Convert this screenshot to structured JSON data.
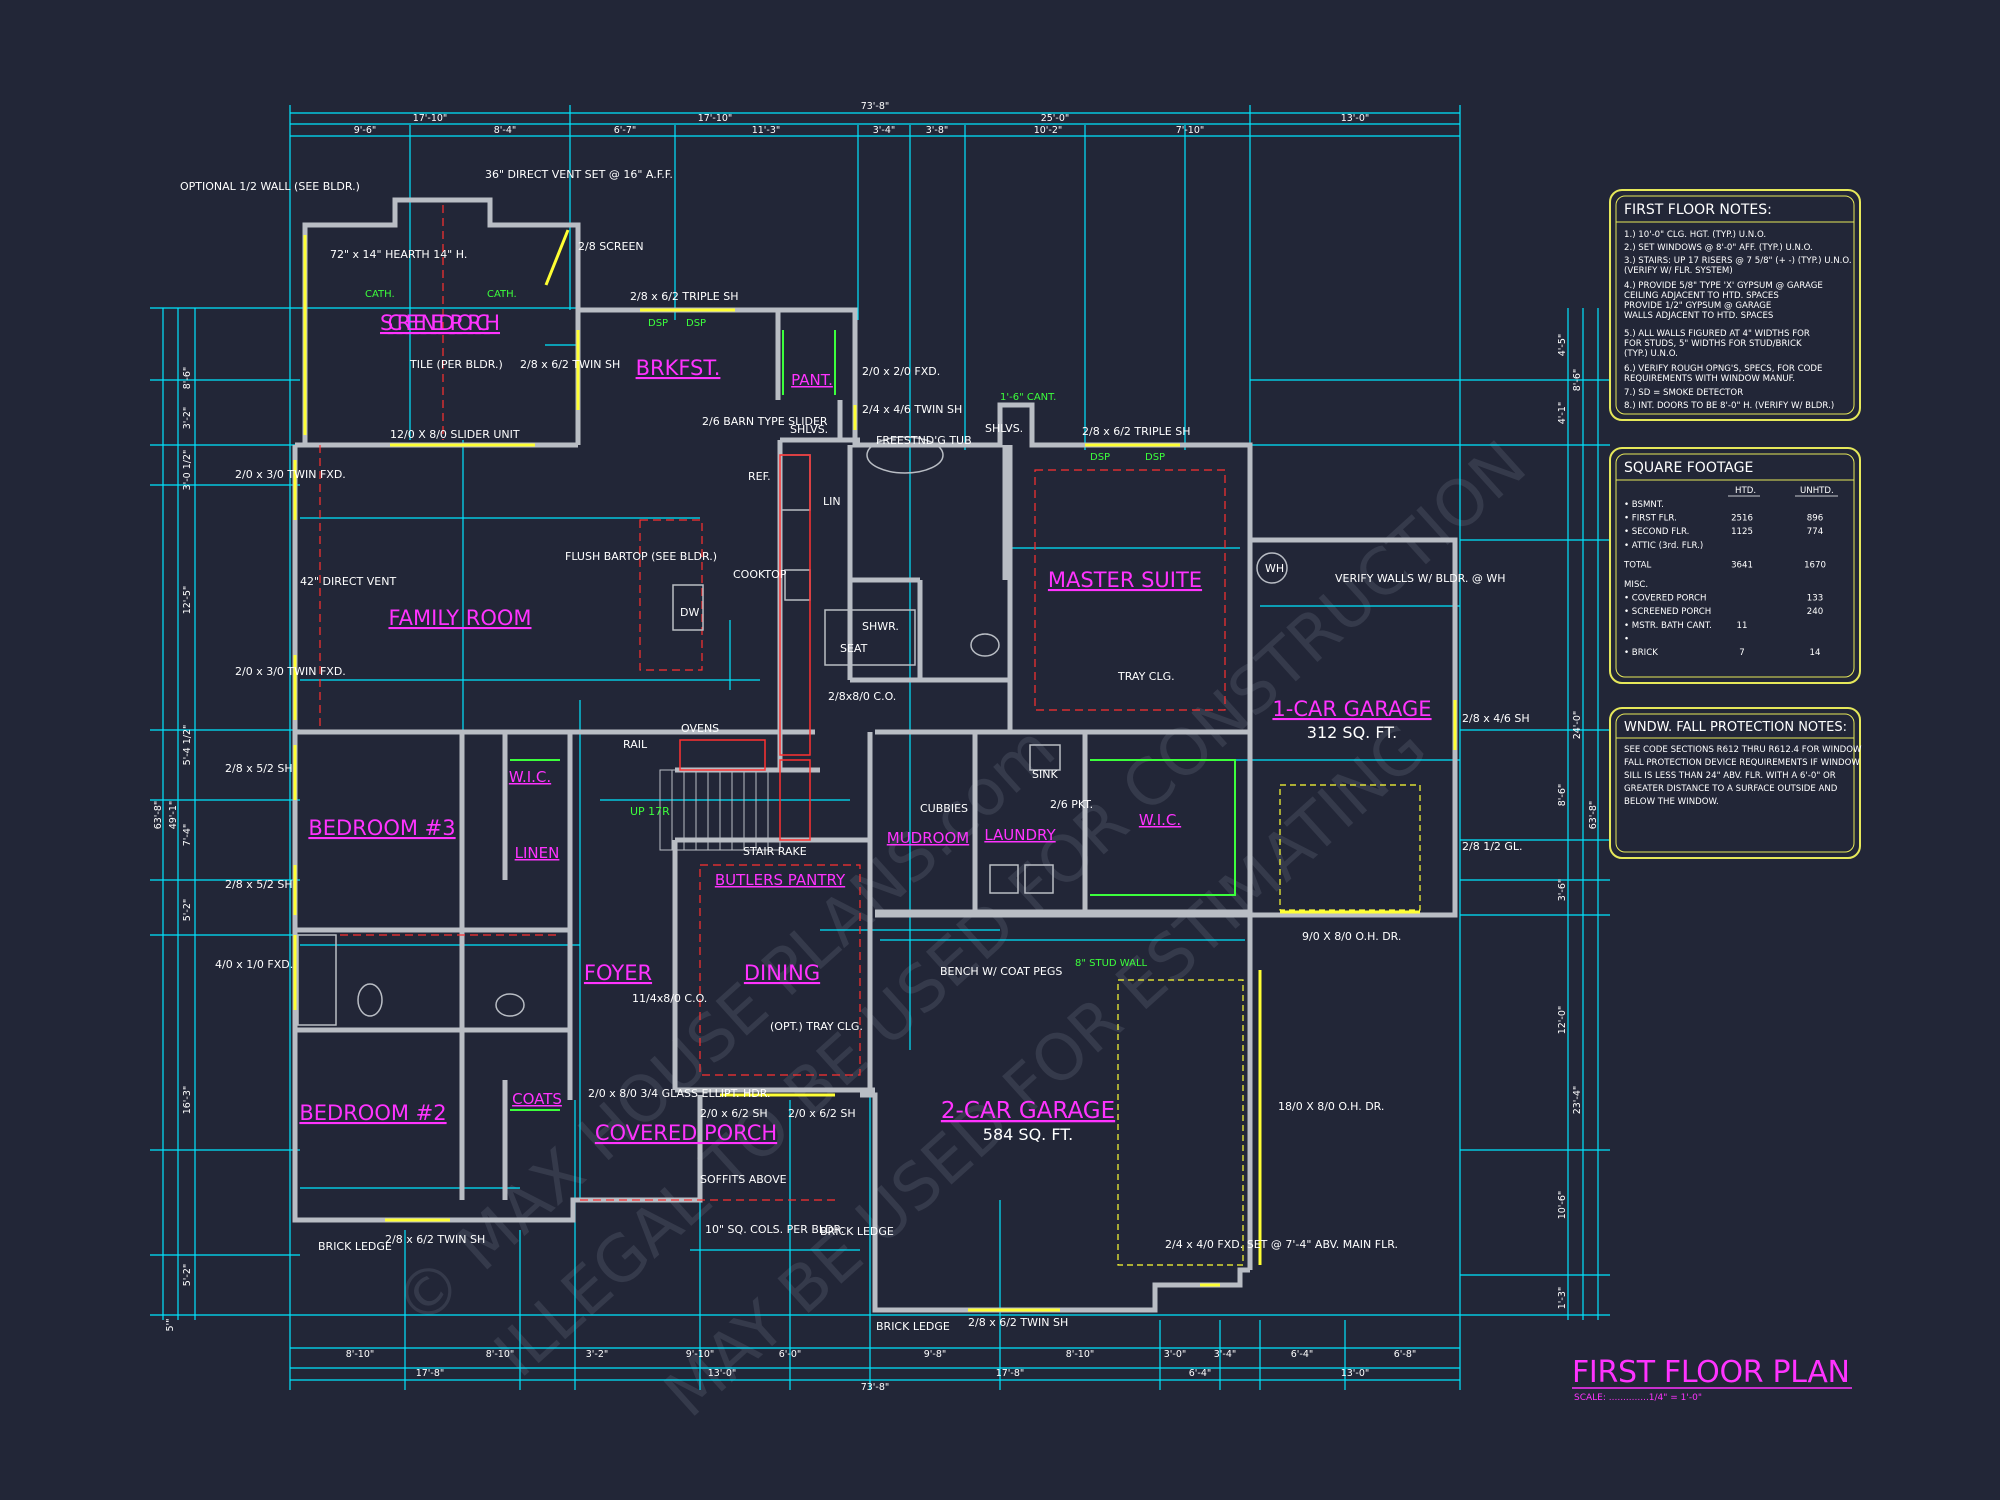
{
  "colors": {
    "background": "#222637",
    "dimension_line": "#00e5ff",
    "wall": "#b9bdc4",
    "room_label": "#ff33ff",
    "window": "#ffff33",
    "note_green": "#3cff3c",
    "centerline": "#ff3030",
    "panel_border": "#e6e85a"
  },
  "watermark": [
    "© MAX HOUSE PLANS.com",
    "ILLEGAL TO BE USED FOR CONSTRUCTION",
    "MAY BE USED FOR ESTIMATING"
  ],
  "overall_dims": {
    "top_total": "73'-8\"",
    "bottom_total": "73'-8\"",
    "left_total": "63'-8\"",
    "right_total": "63'-8\""
  },
  "top_dims_row1": [
    "17'-10\"",
    "17'-10\"",
    "25'-0\"",
    "13'-0\""
  ],
  "top_dims_row2": [
    "9'-6\"",
    "8'-4\"",
    "6'-7\"",
    "11'-3\"",
    "3'-4\"",
    "3'-8\"",
    "10'-2\"",
    "7'-10\""
  ],
  "bottom_dims_row1": [
    "8'-10\"",
    "8'-10\"",
    "3'-2\"",
    "9'-10\"",
    "6'-0\"",
    "9'-8\"",
    "8'-10\"",
    "3'-0\"",
    "3'-4\"",
    "6'-4\"",
    "6'-8\""
  ],
  "bottom_dims_row2": [
    "17'-8\"",
    "13'-0\"",
    "17'-8\"",
    "6'-4\"",
    "13'-0\""
  ],
  "left_dims": [
    "8'-6\"",
    "3'-2\"",
    "3'-0 1/2\"",
    "12'-5\"",
    "5'-4 1/2\"",
    "7'-4\"",
    "5'-2\"",
    "16'-3\"",
    "5'-2\"",
    "5'\""
  ],
  "left_dims_total_inner": "49'-1\"",
  "right_dims": [
    "4'-5\"",
    "8'-6\"",
    "4'-1\"",
    "24'-0\"",
    "8'-6\"",
    "3'-6\"",
    "12'-0\"",
    "23'-4\"",
    "10'-6\"",
    "1'-3\""
  ],
  "rooms": {
    "screened_porch": "SCREENED PORCH",
    "brkfst": "BRKFST.",
    "pant": "PANT.",
    "family_room": "FAMILY ROOM",
    "master_suite": "MASTER SUITE",
    "one_car_garage": "1-CAR GARAGE",
    "one_car_garage_sqft": "312 SQ. FT.",
    "bedroom3": "BEDROOM #3",
    "wic1": "W.I.C.",
    "linen": "LINEN",
    "mudroom": "MUDROOM",
    "laundry": "LAUNDRY",
    "wic2": "W.I.C.",
    "butlers_pantry": "BUTLERS PANTRY",
    "foyer": "FOYER",
    "dining": "DINING",
    "bedroom2": "BEDROOM #2",
    "coats": "COATS",
    "covered_porch": "COVERED PORCH",
    "two_car_garage": "2-CAR GARAGE",
    "two_car_garage_sqft": "584 SQ. FT."
  },
  "notes": {
    "optional_wall": "OPTIONAL 1/2 WALL (SEE BLDR.)",
    "direct_vent36": "36\" DIRECT VENT SET @ 16\" A.F.F.",
    "hearth": "72\" x 14\" HEARTH 14\" H.",
    "screen28": "2/8 SCREEN",
    "cath1": "CATH.",
    "cath2": "CATH.",
    "tile": "TILE (PER BLDR.)",
    "twin_sh_porch": "2/8 x 6/2 TWIN SH",
    "slider": "12/0 X 8/0 SLIDER UNIT",
    "triple_sh_top": "2/8 x 6/2 TRIPLE SH",
    "dsp1": "DSP",
    "dsp2": "DSP",
    "barn": "2/6 BARN TYPE SLIDER",
    "fxd_2020": "2/0 x 2/0 FXD.",
    "twin_sh_24": "2/4 x 4/6 TWIN SH",
    "cant": "1'-6\" CANT.",
    "shlvs1": "SHLVS.",
    "shlvs2": "SHLVS.",
    "freestnd_tub": "FREESTND'G TUB",
    "triple_sh_master": "2/8 x 6/2 TRIPLE SH",
    "dsp3": "DSP",
    "dsp4": "DSP",
    "ref": "REF.",
    "lin": "LIN",
    "twin_fxd1": "2/0 x 3/0 TWIN FXD.",
    "direct_vent42": "42\" DIRECT VENT",
    "flush_bartop": "FLUSH BARTOP (SEE BLDR.)",
    "dw": "DW",
    "cooktop": "COOKTOP",
    "shwr": "SHWR.",
    "seat": "SEAT",
    "wh": "WH",
    "verify_walls": "VERIFY WALLS W/ BLDR. @ WH",
    "tray_clg": "TRAY CLG.",
    "twin_fxd2": "2/0 x 3/0 TWIN FXD.",
    "co_28x8": "2/8x8/0 C.O.",
    "ovens": "OVENS",
    "rail": "RAIL",
    "sh_28x46": "2/8 x 4/6 SH",
    "sh_28x52_a": "2/8 x 5/2 SH",
    "sink": "SINK",
    "pkt": "2/6 PKT.",
    "cubbies": "CUBBIES",
    "stair_rake": "STAIR RAKE",
    "gl_28": "2/8 1/2 GL.",
    "sh_28x52_b": "2/8 x 5/2 SH",
    "fxd_4010": "4/0 x 1/0 FXD.",
    "oh_door_9": "9/0 X 8/0 O.H. DR.",
    "bench": "BENCH W/ COAT PEGS",
    "stud_wall": "8\" STUD WALL",
    "co_114": "11/4x8/0 C.O.",
    "opt_tray": "(OPT.) TRAY CLG.",
    "oh_door_18": "18/0 X 8/0 O.H. DR.",
    "ellipt": "2/0 x 8/0 3/4 GLASS ELLIPT. HDR.",
    "sh_20x62_a": "2/0 x 6/2 SH",
    "sh_20x62_b": "2/0 x 6/2 SH",
    "soffits": "SOFFITS ABOVE",
    "cols": "10\" SQ. COLS. PER BLDR.",
    "brick_ledge1": "BRICK LEDGE",
    "brick_ledge2": "BRICK LEDGE",
    "brick_ledge3": "BRICK LEDGE",
    "twin_sh_bed2": "2/8 x 6/2 TWIN SH",
    "twin_sh_garage": "2/8 x 6/2 TWIN SH",
    "fxd_garage": "2/4 x 4/0 FXD. SET @ 7'-4\" ABV. MAIN FLR.",
    "up": "UP 17R"
  },
  "panels": {
    "first_floor_notes": {
      "title": "FIRST FLOOR NOTES:",
      "lines": [
        "1.) 10'-0\" CLG. HGT. (TYP.) U.N.O.",
        "2.) SET WINDOWS @ 8'-0\" AFF. (TYP.) U.N.O.",
        "3.) STAIRS: UP 17 RISERS @ 7 5/8\" (+ -) (TYP.) U.N.O.",
        "    (VERIFY W/ FLR. SYSTEM)",
        "4.) PROVIDE 5/8\" TYPE 'X' GYPSUM @ GARAGE",
        "    CEILING ADJACENT TO HTD. SPACES",
        "    PROVIDE 1/2\" GYPSUM @ GARAGE",
        "    WALLS ADJACENT TO HTD. SPACES",
        "5.) ALL WALLS FIGURED AT 4\" WIDTHS FOR",
        "    FOR STUDS, 5\" WIDTHS FOR STUD/BRICK",
        "    (TYP.) U.N.O.",
        "6.) VERIFY ROUGH OPNG'S, SPECS, FOR CODE",
        "    REQUIREMENTS WITH WINDOW MANUF.",
        "7.) SD = SMOKE DETECTOR",
        "8.) INT. DOORS TO BE 8'-0\" H. (VERIFY W/ BLDR.)"
      ]
    },
    "square_footage": {
      "title": "SQUARE FOOTAGE",
      "col_htd": "HTD.",
      "col_unhtd": "UNHTD.",
      "rows": [
        {
          "label": "• BSMNT.",
          "htd": "",
          "unhtd": ""
        },
        {
          "label": "• FIRST FLR.",
          "htd": "2516",
          "unhtd": "896"
        },
        {
          "label": "• SECOND FLR.",
          "htd": "1125",
          "unhtd": "774"
        },
        {
          "label": "• ATTIC (3rd. FLR.)",
          "htd": "",
          "unhtd": ""
        },
        {
          "label": "TOTAL",
          "htd": "3641",
          "unhtd": "1670"
        },
        {
          "label": "MISC.",
          "htd": "",
          "unhtd": ""
        },
        {
          "label": "• COVERED PORCH",
          "htd": "",
          "unhtd": "133"
        },
        {
          "label": "• SCREENED PORCH",
          "htd": "",
          "unhtd": "240"
        },
        {
          "label": "• MSTR. BATH CANT.",
          "htd": "11",
          "unhtd": ""
        },
        {
          "label": "•",
          "htd": "",
          "unhtd": ""
        },
        {
          "label": "• BRICK",
          "htd": "7",
          "unhtd": "14"
        }
      ]
    },
    "window_fall": {
      "title": "WNDW. FALL PROTECTION NOTES:",
      "lines": [
        "SEE CODE SECTIONS R612 THRU R612.4 FOR WINDOW",
        "FALL PROTECTION DEVICE REQUIREMENTS IF WINDOW",
        "SILL IS LESS THAN 24\" ABV. FLR. WITH A 6'-0\" OR",
        "GREATER DISTANCE TO A SURFACE OUTSIDE AND",
        "BELOW THE WINDOW."
      ]
    }
  },
  "title_block": {
    "title": "FIRST FLOOR PLAN",
    "scale": "SCALE: ..............1/4\" = 1'-0\""
  }
}
